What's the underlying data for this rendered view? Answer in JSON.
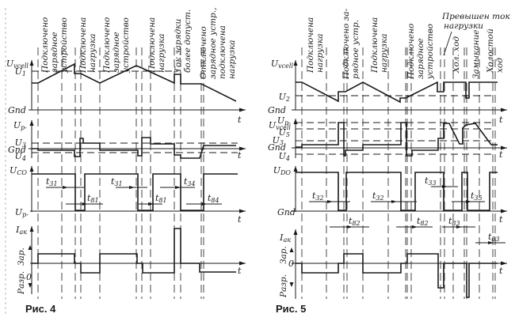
{
  "figures": [
    {
      "id": "fig4",
      "caption": "Рис. 4",
      "phase_annotations": [
        "Подключено зарядное устройство",
        "Подключена нагрузка",
        "Подключено зарядное устройство",
        "Подключена нагрузка",
        "Ток зарядки более допуст.",
        "Отключено зарядное устр., подключена нагрузка"
      ],
      "phase_annotation_lines": [
        [
          "Подключено",
          "зарядное",
          "устройство"
        ],
        [
          "Подключена",
          "нагрузка"
        ],
        [
          "Подключено",
          "зарядное",
          "устройство"
        ],
        [
          "Подключена",
          "нагрузка"
        ],
        [
          "Ток зарядки",
          "более допуст."
        ],
        [
          "Отключено",
          "зарядное устр.,",
          "подключена",
          "нагрузка"
        ]
      ],
      "traces": [
        {
          "name": "Uvcell",
          "label": "Uvcell",
          "ref_levels": [
            "U1",
            "Gnd"
          ],
          "axis_label": "t"
        },
        {
          "name": "Up",
          "label": "Up-",
          "ref_levels": [
            "U3",
            "Gnd",
            "U4"
          ],
          "axis_label": "t"
        },
        {
          "name": "Uco",
          "label": "UCO",
          "ref_levels": [
            "Up-"
          ],
          "axis_label": "t"
        },
        {
          "name": "Iak",
          "label": "Iак",
          "ref_levels": [
            "0"
          ],
          "axis_label": "t",
          "up_label": "Зар.",
          "down_label": "Разр."
        }
      ],
      "time_labels": [
        "t31",
        "t81",
        "t31",
        "t81",
        "t34",
        "t84"
      ]
    },
    {
      "id": "fig5",
      "caption": "Рис. 5",
      "phase_annotations": [
        "Подключена нагрузка",
        "Подключено зарядное устр.",
        "Подключена нагрузка",
        "Подключено зарядное устройство",
        "Превышен ток нагрузки",
        "Хол. ход",
        "Замыкание",
        "Холостой ход"
      ],
      "phase_annotation_lines": [
        [
          "Подключена",
          "нагрузка"
        ],
        [
          "Подключено за-",
          "рядное устр."
        ],
        [
          "Подключена",
          "нагрузка"
        ],
        [
          "Подключено",
          "зарядное",
          "устройство"
        ],
        [
          "Превышен ток",
          "нагрузки"
        ],
        [
          "Хол. ход"
        ],
        [
          "Замыкание"
        ],
        [
          "Холостой",
          "ход"
        ]
      ],
      "traces": [
        {
          "name": "Uvcell",
          "label": "Uvcell",
          "ref_levels": [
            "U2",
            "Gnd"
          ],
          "axis_label": "t"
        },
        {
          "name": "Up",
          "label": "Up-",
          "ref_levels": [
            "Uvcell",
            "U5",
            "U3",
            "Gnd",
            "U4"
          ],
          "axis_label": "t"
        },
        {
          "name": "Udo",
          "label": "UDO",
          "ref_levels": [
            "Gnd"
          ],
          "axis_label": "t"
        },
        {
          "name": "Iak",
          "label": "Iак",
          "ref_levels": [
            "0"
          ],
          "axis_label": "t",
          "up_label": "Зар.",
          "down_label": "Разр."
        }
      ],
      "time_labels": [
        "t32",
        "t82",
        "t32",
        "t82",
        "t33",
        "t83",
        "t35",
        "t83"
      ]
    }
  ],
  "labels": {
    "U1": "U1",
    "U2": "U2",
    "U3": "U3",
    "U4": "U4",
    "U5": "U5",
    "Gnd": "Gnd",
    "t": "t",
    "zero": "0",
    "Uvcell": "Uvcell",
    "Up": "Up-",
    "Uco": "UCO",
    "Udo": "UDO",
    "Iak": "Iак",
    "zar": "Зар.",
    "razr": "Разр."
  }
}
